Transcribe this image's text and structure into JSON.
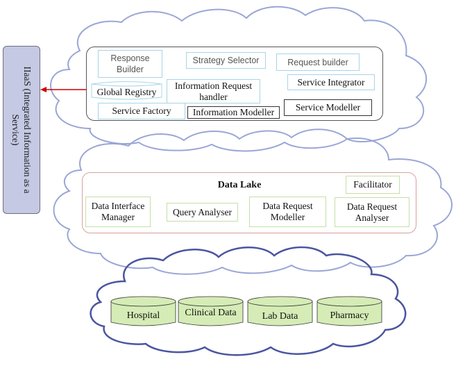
{
  "sidebar": {
    "iaas_label": "IIaaS (Integrated Information as a Service)"
  },
  "service_layer": {
    "components": {
      "response_builder": "Response Builder",
      "strategy_selector": "Strategy Selector",
      "request_builder": "Request builder",
      "global_registry": "Global Registry",
      "information_request_handler": "Information Request handler",
      "service_integrator": "Service Integrator",
      "service_factory": "Service Factory",
      "information_modeller": "Information Modeller",
      "service_modeller": "Service Modeller"
    }
  },
  "data_lake": {
    "title": "Data Lake",
    "components": {
      "facilitator": "Facilitator",
      "data_interface_manager": "Data Interface Manager",
      "query_analyser": "Query Analyser",
      "data_request_modeller": "Data Request Modeller",
      "data_request_analyser": "Data Request Analyser"
    }
  },
  "sources": {
    "items": [
      "Hospital",
      "Clinical Data",
      "Lab Data",
      "Pharmacy"
    ]
  },
  "colors": {
    "cloud_stroke_light": "#9aa6d6",
    "cloud_stroke_dark": "#4a55a0",
    "arrow": "#cc0000",
    "iaas_fill": "#c5c9e3",
    "cylinder_fill": "#d5ecb6"
  }
}
